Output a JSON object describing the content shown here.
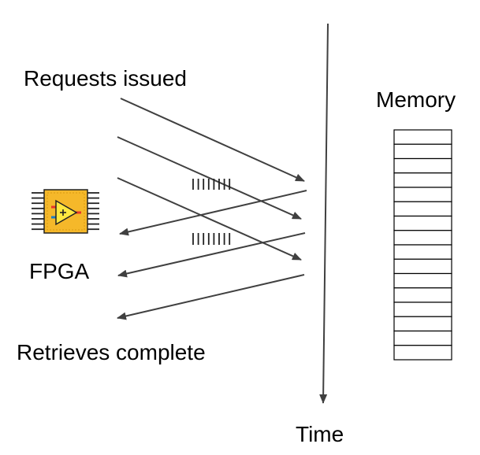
{
  "labels": {
    "requests": "Requests issued",
    "memory": "Memory",
    "fpga": "FPGA",
    "retrieves": "Retrieves complete",
    "time": "Time"
  },
  "memory": {
    "cell_count": 16
  },
  "arrows": {
    "request_count": 3,
    "response_count": 3
  },
  "icons": {
    "fpga_chip": "fpga-chip-icon",
    "amplifier": "amplifier-icon"
  },
  "colors": {
    "arrow": "#404040",
    "chip_body": "#F5B82A",
    "chip_pins": "#222222",
    "amplifier_fill": "#FFE840",
    "input_red": "#E8352A",
    "input_blue": "#1A7CC4",
    "memory_border": "#000000"
  }
}
